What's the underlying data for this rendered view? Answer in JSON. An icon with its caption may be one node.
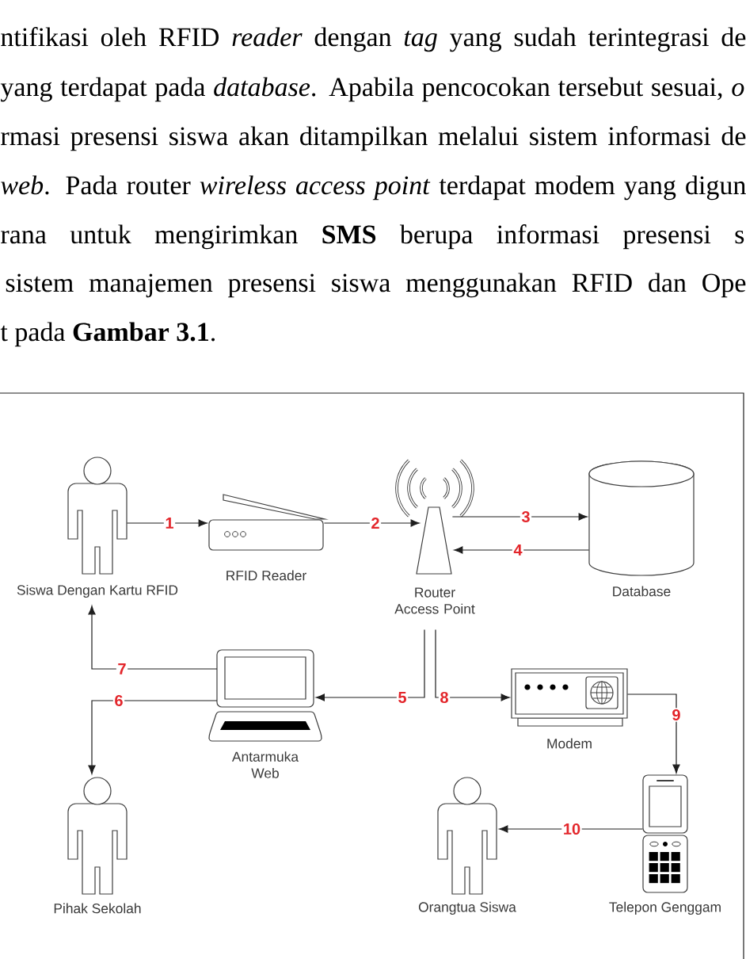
{
  "diagram": {
    "nodes": [
      {
        "text": [
          "Siswa Dengan Kartu RFID"
        ]
      },
      {
        "text": [
          "RFID Reader"
        ]
      },
      {
        "text": [
          "Router Access Point"
        ]
      },
      {
        "text": [
          "Database"
        ]
      },
      {
        "text": [
          "Antarmuka Web"
        ]
      },
      {
        "text": [
          "Modem"
        ]
      },
      {
        "text": [
          "Pihak Sekolah"
        ]
      },
      {
        "text": [
          "Orangtua Siswa"
        ]
      },
      {
        "text": [
          "Telepon Genggam"
        ]
      }
    ],
    "edges": [
      {
        "from": 0,
        "to": 1,
        "arrow": "to",
        "label": "1"
      },
      {
        "from": 1,
        "to": 2,
        "arrow": "to",
        "label": "2"
      },
      {
        "from": 2,
        "to": 3,
        "arrow": "to",
        "label": "3"
      },
      {
        "from": 3,
        "to": 2,
        "arrow": "to",
        "label": "4"
      },
      {
        "from": 2,
        "to": 4,
        "arrow": "to",
        "label": "5"
      },
      {
        "from": 4,
        "to": 6,
        "arrow": "to",
        "label": "6"
      },
      {
        "from": 4,
        "to": 0,
        "arrow": "to",
        "label": "7"
      },
      {
        "from": 2,
        "to": 5,
        "arrow": "to",
        "label": "8"
      },
      {
        "from": 5,
        "to": 8,
        "arrow": "to",
        "label": "9"
      },
      {
        "from": 8,
        "to": 7,
        "arrow": "to",
        "label": "10"
      }
    ],
    "labels": [
      "ntifikasi oleh RFID *reader* dengan *tag* yang sudah terintegrasi de",
      "yang terdapat pada *database*. Apabila pencocokan tersebut sesuai, *o*",
      "rmasi presensi siswa akan ditampilkan melalui sistem informasi de",
      "*web*. Pada router *wireless access point* terdapat modem yang digun",
      "rana untuk mengirimkan **SMS** berupa informasi presensi s",
      "sistem manajemen presensi siswa menggunakan RFID dan Ope",
      "t pada **Gambar 3.1**."
    ]
  }
}
